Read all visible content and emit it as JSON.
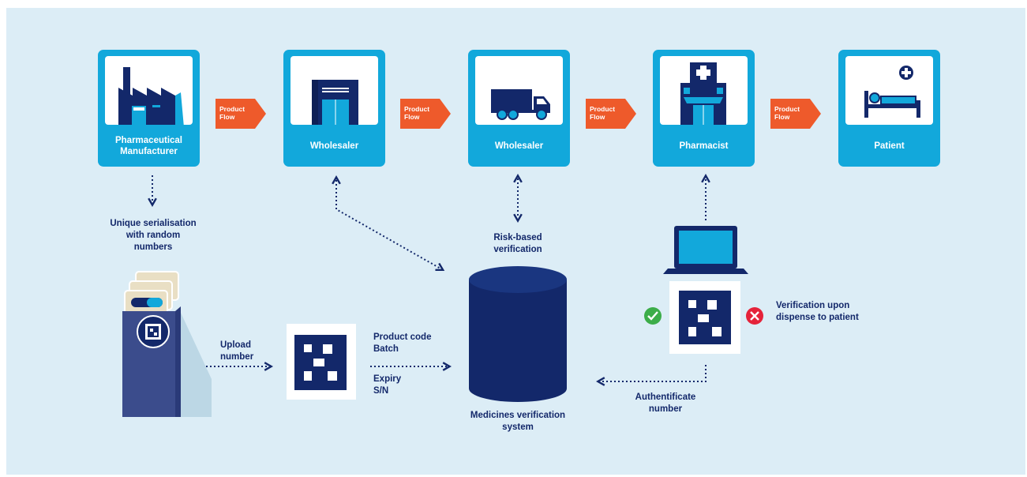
{
  "stages": [
    {
      "title": "Pharmaceutical Manufacturer",
      "icon": "factory-icon"
    },
    {
      "title": "Wholesaler",
      "icon": "warehouse-icon"
    },
    {
      "title": "Wholesaler",
      "icon": "truck-icon"
    },
    {
      "title": "Pharmacist",
      "icon": "pharmacy-icon"
    },
    {
      "title": "Patient",
      "icon": "patient-bed-icon"
    }
  ],
  "flow_label": "Product Flow",
  "labels": {
    "serialisation": "Unique serialisation with random numbers",
    "upload": "Upload number",
    "product_code": "Product code",
    "batch": "Batch",
    "expiry": "Expiry",
    "sn": "S/N",
    "risk_based": "Risk-based verification",
    "system": "Medicines verification system",
    "authenticate": "Authentificate number",
    "verification": "Verification upon dispense to patient"
  },
  "colors": {
    "background": "#dcedf6",
    "card": "#12a8db",
    "navy": "#13286a",
    "orange": "#ee5a2b",
    "check": "#3cad49",
    "cross": "#e5233a"
  }
}
